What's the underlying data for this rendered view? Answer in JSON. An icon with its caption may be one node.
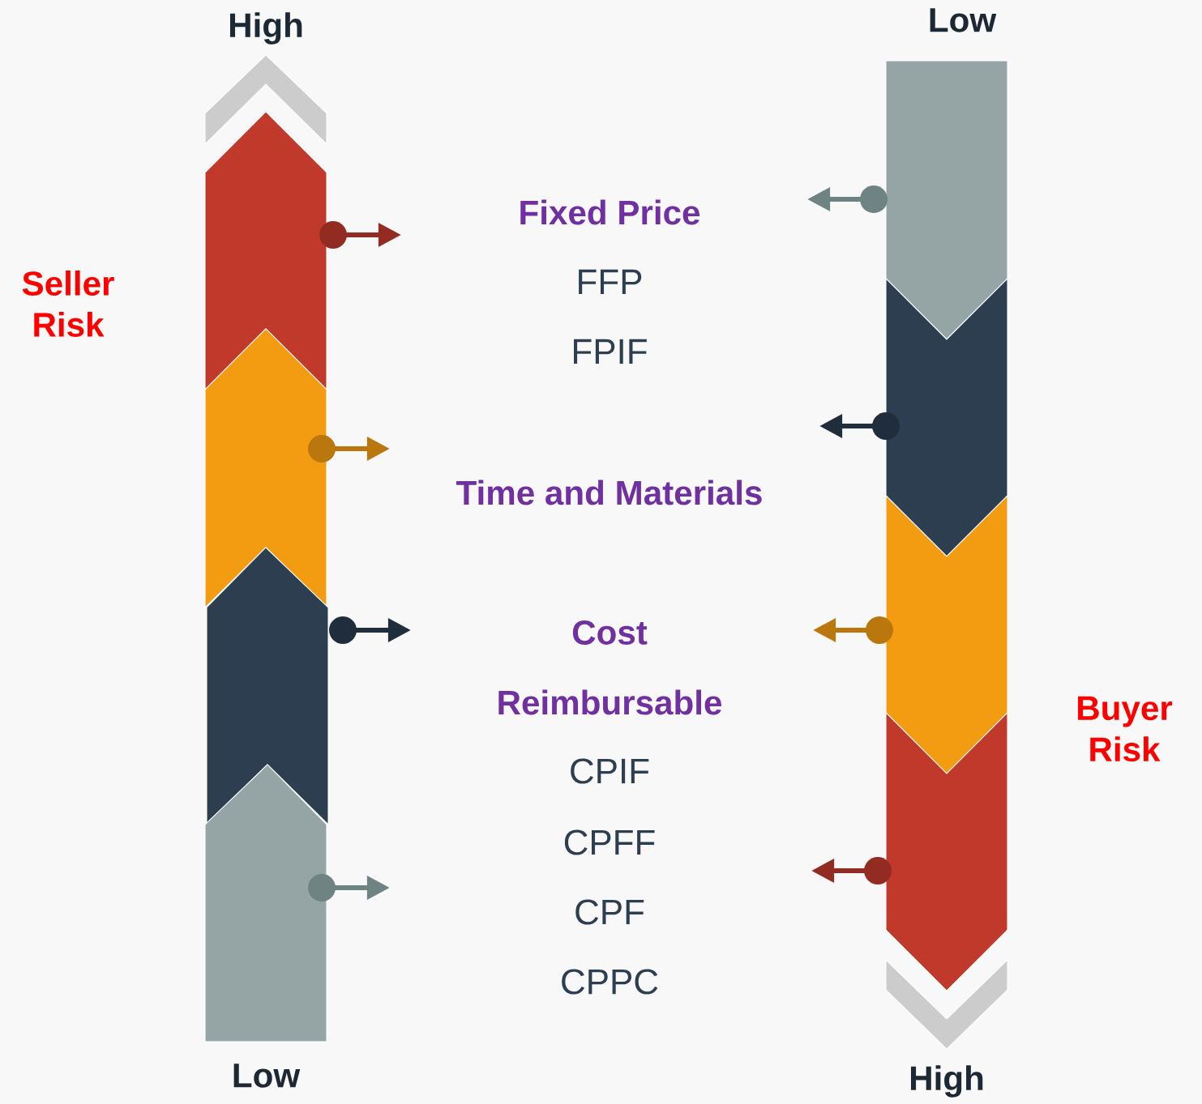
{
  "diagram": {
    "nodes": [
      {
        "text": [],
        "shape": "chevron"
      },
      {
        "text": [],
        "shape": "chevron"
      },
      {
        "text": [],
        "shape": "chevron"
      },
      {
        "text": [],
        "shape": "chevron"
      },
      {
        "text": [],
        "shape": "chevron"
      },
      {
        "text": [],
        "shape": "chevron"
      },
      {
        "text": [],
        "shape": "chevron"
      },
      {
        "text": [],
        "shape": "chevron"
      },
      {
        "text": [],
        "shape": "chevron"
      },
      {
        "text": [],
        "shape": "chevron"
      }
    ],
    "edges": [
      {
        "from": 1,
        "to": null,
        "arrow": "to",
        "color": "#922b21"
      },
      {
        "from": 2,
        "to": null,
        "arrow": "to",
        "color": "#b9770e"
      },
      {
        "from": 3,
        "to": null,
        "arrow": "to",
        "color": "#1f2d3d"
      },
      {
        "from": 4,
        "to": null,
        "arrow": "to",
        "color": "#6f8383"
      },
      {
        "from": 5,
        "to": null,
        "arrow": "to",
        "color": "#6f8383"
      },
      {
        "from": 6,
        "to": null,
        "arrow": "to",
        "color": "#1f2d3d"
      },
      {
        "from": 7,
        "to": null,
        "arrow": "to",
        "color": "#b9770e"
      },
      {
        "from": 8,
        "to": null,
        "arrow": "to",
        "color": "#922b21"
      }
    ],
    "labels": [
      "High",
      "Low",
      "Fixed Price",
      "FFP",
      "Seller Risk",
      "FPIF",
      "Time and Materials",
      "Cost",
      "Reimbursable",
      "Buyer Risk",
      "CPIF",
      "CPFF",
      "CPF",
      "CPPC",
      "Low",
      "High"
    ]
  }
}
